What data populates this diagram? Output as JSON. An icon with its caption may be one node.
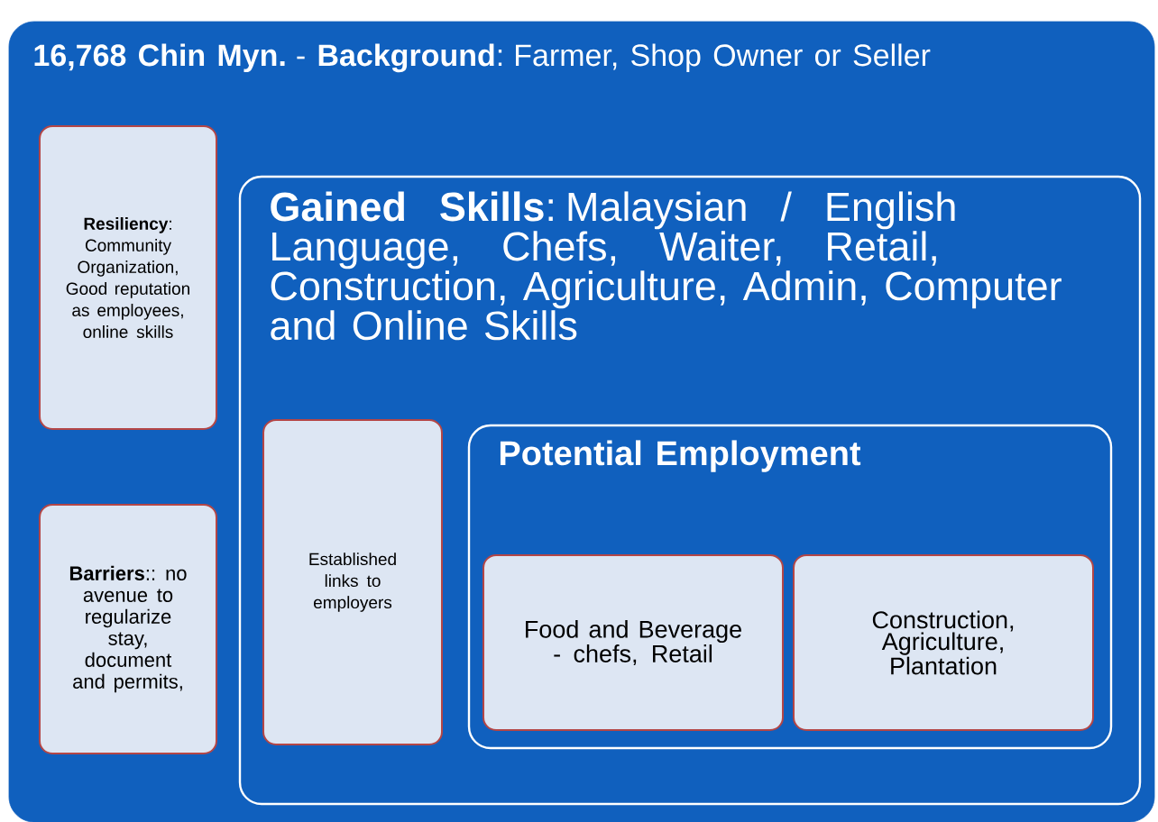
{
  "diagram": {
    "nodes": [
      {
        "text": [
          "**16,768 Chin Myn.** - **Background**: Farmer, Shop Owner or Seller"
        ]
      },
      {
        "text": [
          "**Resiliency**: Community Organization, Good reputation as employees, online skills"
        ],
        "in": 0
      },
      {
        "text": [
          "**Barriers**:: no avenue to regularize stay, document and permits,"
        ],
        "in": 0
      },
      {
        "text": [
          "**Gained Skills**: Malaysian / English Language, Chefs, Waiter, Retail, Construction, Agriculture, Admin, Computer and Online Skills"
        ],
        "in": 0
      },
      {
        "text": [
          "Established links to employers"
        ],
        "in": 3
      },
      {
        "text": [
          "Potential Employment"
        ],
        "in": 3
      },
      {
        "text": [
          "Food and Beverage - chefs, Retail"
        ],
        "in": 5
      },
      {
        "text": [
          "Construction, Agriculture, Plantation"
        ],
        "in": 5
      }
    ],
    "edges": []
  }
}
